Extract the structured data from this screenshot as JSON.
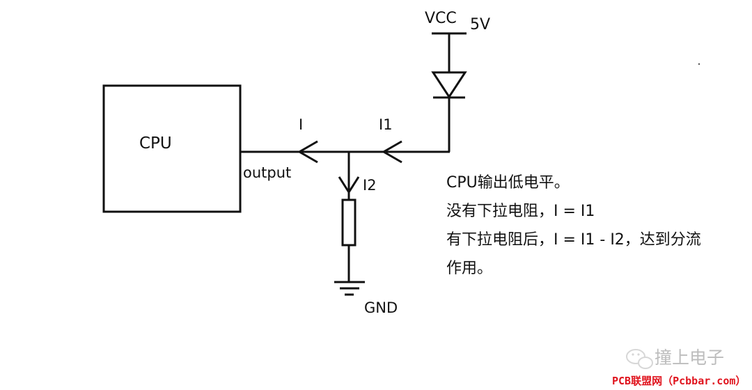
{
  "labels": {
    "vcc": "VCC",
    "voltage": "5V",
    "cpu": "CPU",
    "output": "output",
    "current_i": "I",
    "current_i1": "I1",
    "current_i2": "I2",
    "gnd": "GND"
  },
  "note": {
    "lines": [
      "CPU输出低电平。",
      "没有下拉电阻，I = I1",
      "有下拉电阻后，I = I1 - I2，达到分流",
      "作用。"
    ]
  },
  "watermark": {
    "brand": "撞上电子",
    "source": "PCB联盟网（Pcbbar.com）"
  },
  "colors": {
    "stroke": "#111111",
    "watermark": "#bdbdbd",
    "source": "#e0141e"
  }
}
